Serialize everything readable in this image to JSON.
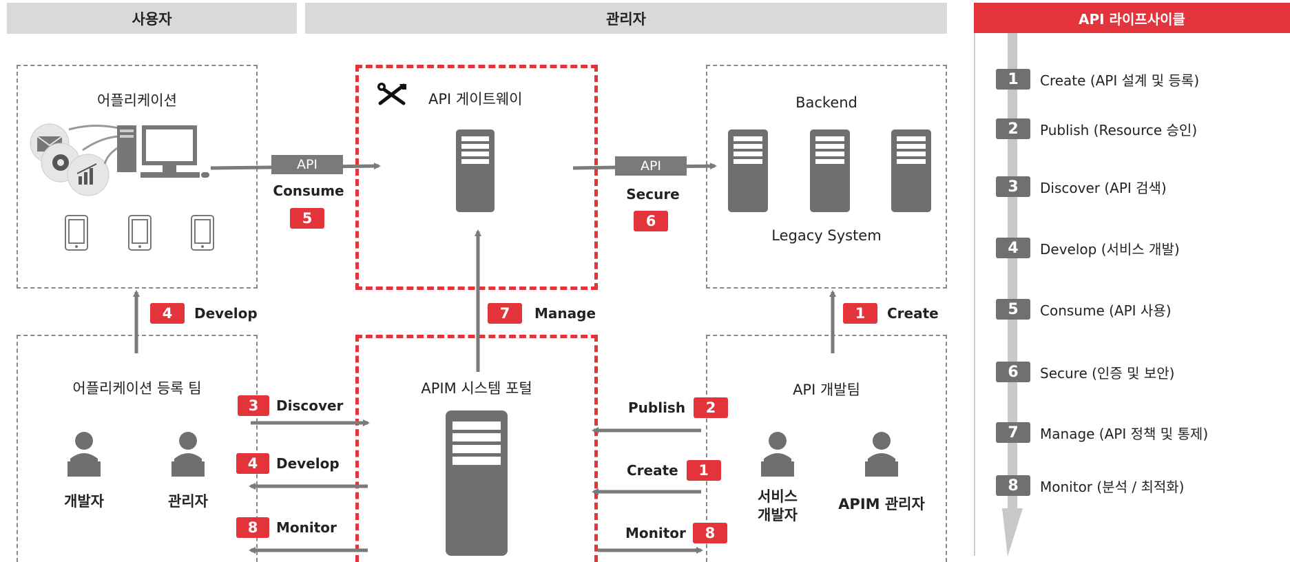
{
  "headers": {
    "user": "사용자",
    "admin": "관리자",
    "lifecycle": "API 라이프사이클"
  },
  "boxes": {
    "application": "어플리케이션",
    "gateway": "API 게이트웨이",
    "backend": "Backend",
    "legacy": "Legacy System",
    "app_team": "어플리케이션 등록 팀",
    "portal": "APIM 시스템 포털",
    "api_team": "API 개발팀"
  },
  "people": {
    "developer": "개발자",
    "manager": "관리자",
    "service_dev_line1": "서비스",
    "service_dev_line2": "개발자",
    "apim_admin": "APIM 관리자"
  },
  "api_tag": "API",
  "flows": {
    "consume": {
      "num": "5",
      "label": "Consume"
    },
    "secure": {
      "num": "6",
      "label": "Secure"
    },
    "develop_up": {
      "num": "4",
      "label": "Develop"
    },
    "manage": {
      "num": "7",
      "label": "Manage"
    },
    "create_up": {
      "num": "1",
      "label": "Create"
    },
    "discover": {
      "num": "3",
      "label": "Discover"
    },
    "develop": {
      "num": "4",
      "label": "Develop"
    },
    "monitor_left": {
      "num": "8",
      "label": "Monitor"
    },
    "publish": {
      "num": "2",
      "label": "Publish"
    },
    "create": {
      "num": "1",
      "label": "Create"
    },
    "monitor_right": {
      "num": "8",
      "label": "Monitor"
    }
  },
  "lifecycle_steps": [
    {
      "num": "1",
      "label": "Create (API 설계 및 등록)"
    },
    {
      "num": "2",
      "label": "Publish (Resource 승인)"
    },
    {
      "num": "3",
      "label": "Discover (API 검색)"
    },
    {
      "num": "4",
      "label": "Develop (서비스 개발)"
    },
    {
      "num": "5",
      "label": "Consume (API 사용)"
    },
    {
      "num": "6",
      "label": "Secure (인증 및 보안)"
    },
    {
      "num": "7",
      "label": "Manage (API 정책 및 통제)"
    },
    {
      "num": "8",
      "label": "Monitor (분석 / 최적화)"
    }
  ],
  "colors": {
    "accent_red": "#e3333b",
    "gray": "#7a7a7a",
    "header_gray": "#d9d9d9"
  },
  "icons": [
    "server-icon",
    "desktop-computer-icon",
    "mobile-device-icon",
    "person-icon",
    "tools-icon",
    "mail-icon",
    "gear-icon",
    "chart-icon"
  ]
}
